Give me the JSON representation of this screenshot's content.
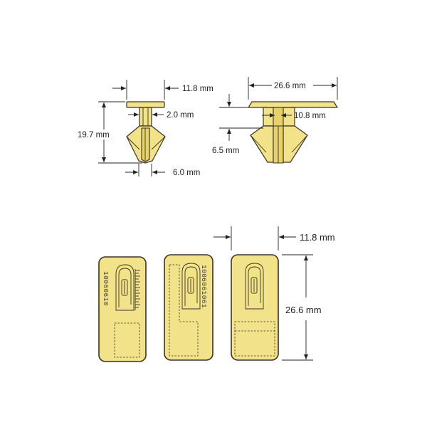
{
  "dimensions": {
    "side_head_width": "11.8 mm",
    "side_height": "19.7 mm",
    "side_shank": "2.0 mm",
    "side_tip": "6.0 mm",
    "front_head_width": "26.6 mm",
    "front_shank": "10.8 mm",
    "front_panel": "6.5 mm",
    "card_width": "11.8 mm",
    "card_height": "26.6 mm"
  },
  "cards": [
    {
      "code": "10060610"
    },
    {
      "code": "1006061061"
    },
    {
      "code": ""
    }
  ],
  "colors": {
    "part_fill": "#f2e38a",
    "outline": "#3a3424"
  }
}
